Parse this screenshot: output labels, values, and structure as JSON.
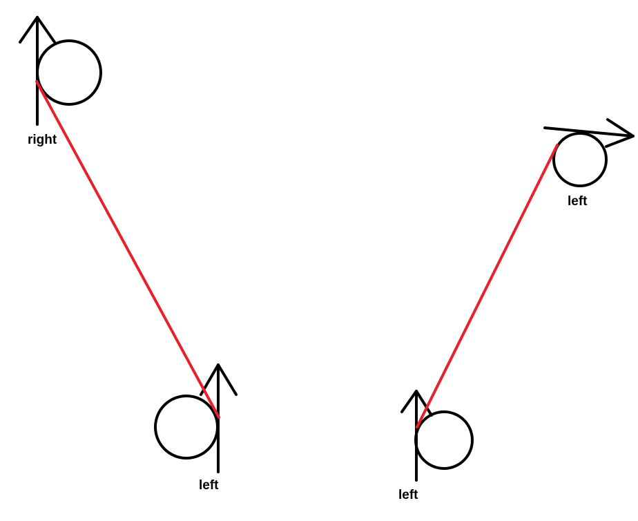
{
  "colors": {
    "background": "#ffffff",
    "stroke": "#000000",
    "connector": "#e8202a"
  },
  "figures": [
    {
      "id": "top-left",
      "label": "right",
      "arrow_icon": "arrow-up-icon",
      "circle_icon": "circle-icon"
    },
    {
      "id": "bottom-left",
      "label": "left",
      "arrow_icon": "arrow-up-icon",
      "circle_icon": "circle-icon"
    },
    {
      "id": "bottom-right",
      "label": "left",
      "arrow_icon": "arrow-up-icon",
      "circle_icon": "circle-icon"
    },
    {
      "id": "top-right",
      "label": "left",
      "arrow_icon": "arrow-right-icon",
      "circle_icon": "circle-icon"
    }
  ],
  "connectors": [
    {
      "from": "top-left",
      "to": "bottom-left"
    },
    {
      "from": "bottom-right",
      "to": "top-right"
    }
  ]
}
